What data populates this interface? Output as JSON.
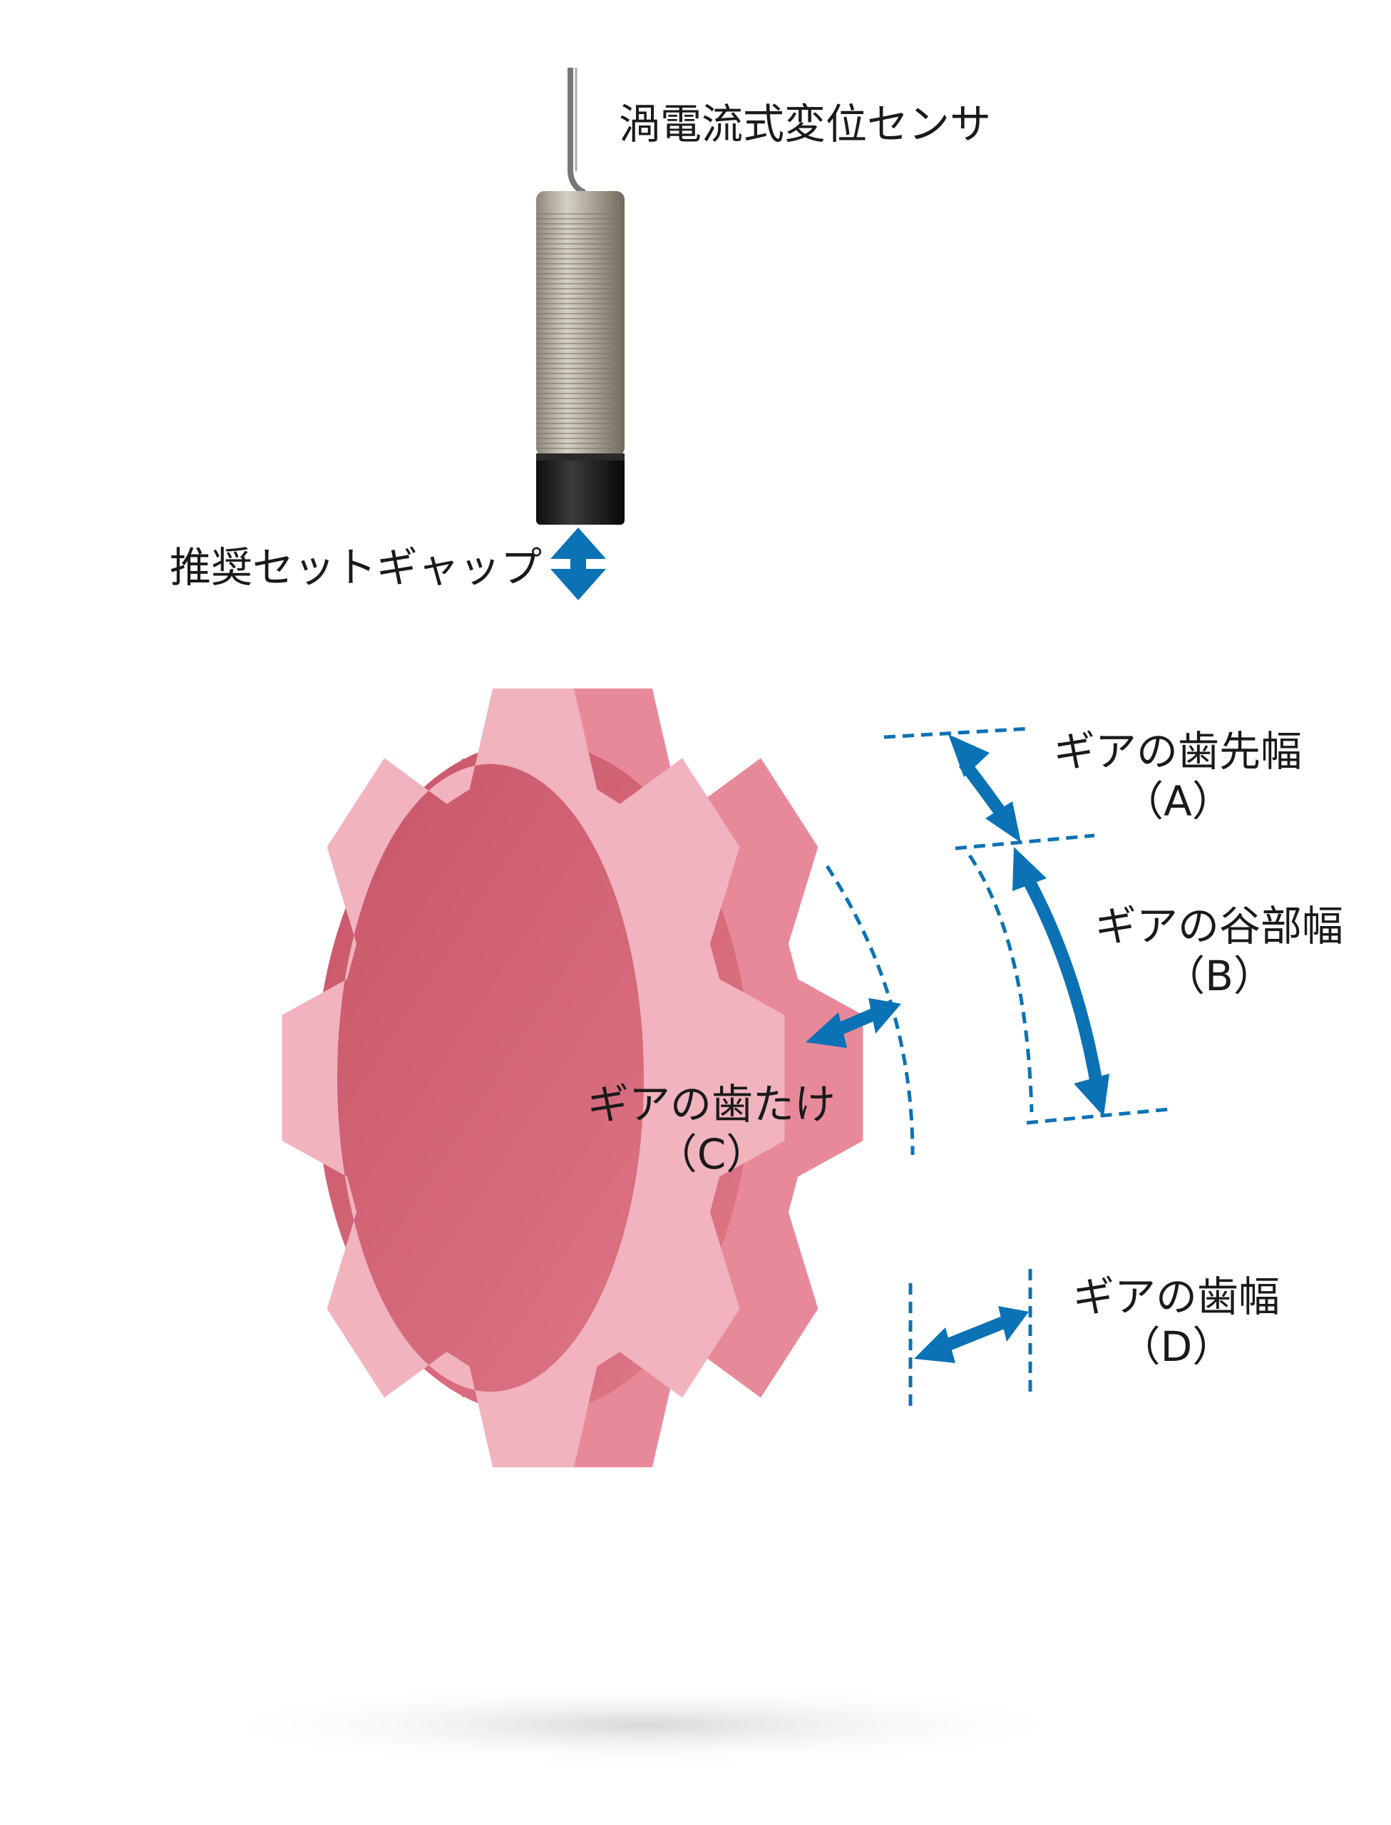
{
  "colors": {
    "accent": "#0B72B5",
    "gear_face": "#F1B3BE",
    "gear_side": "#E8899A",
    "gear_inner": "#D4606F",
    "sensor_body": "#B8B2A6",
    "sensor_tip": "#1E1E1E"
  },
  "labels": {
    "sensor": "渦電流式変位センサ",
    "gap": "推奨セットギャップ",
    "tooth_tip_width": "ギアの歯先幅",
    "tooth_tip_width_code": "（A）",
    "root_width": "ギアの谷部幅",
    "root_width_code": "（B）",
    "tooth_height": "ギアの歯たけ",
    "tooth_height_code": "（C）",
    "tooth_face_width": "ギアの歯幅",
    "tooth_face_width_code": "（D）"
  },
  "icons": [
    "double-arrow-icon",
    "curved-double-arrow-icon"
  ]
}
